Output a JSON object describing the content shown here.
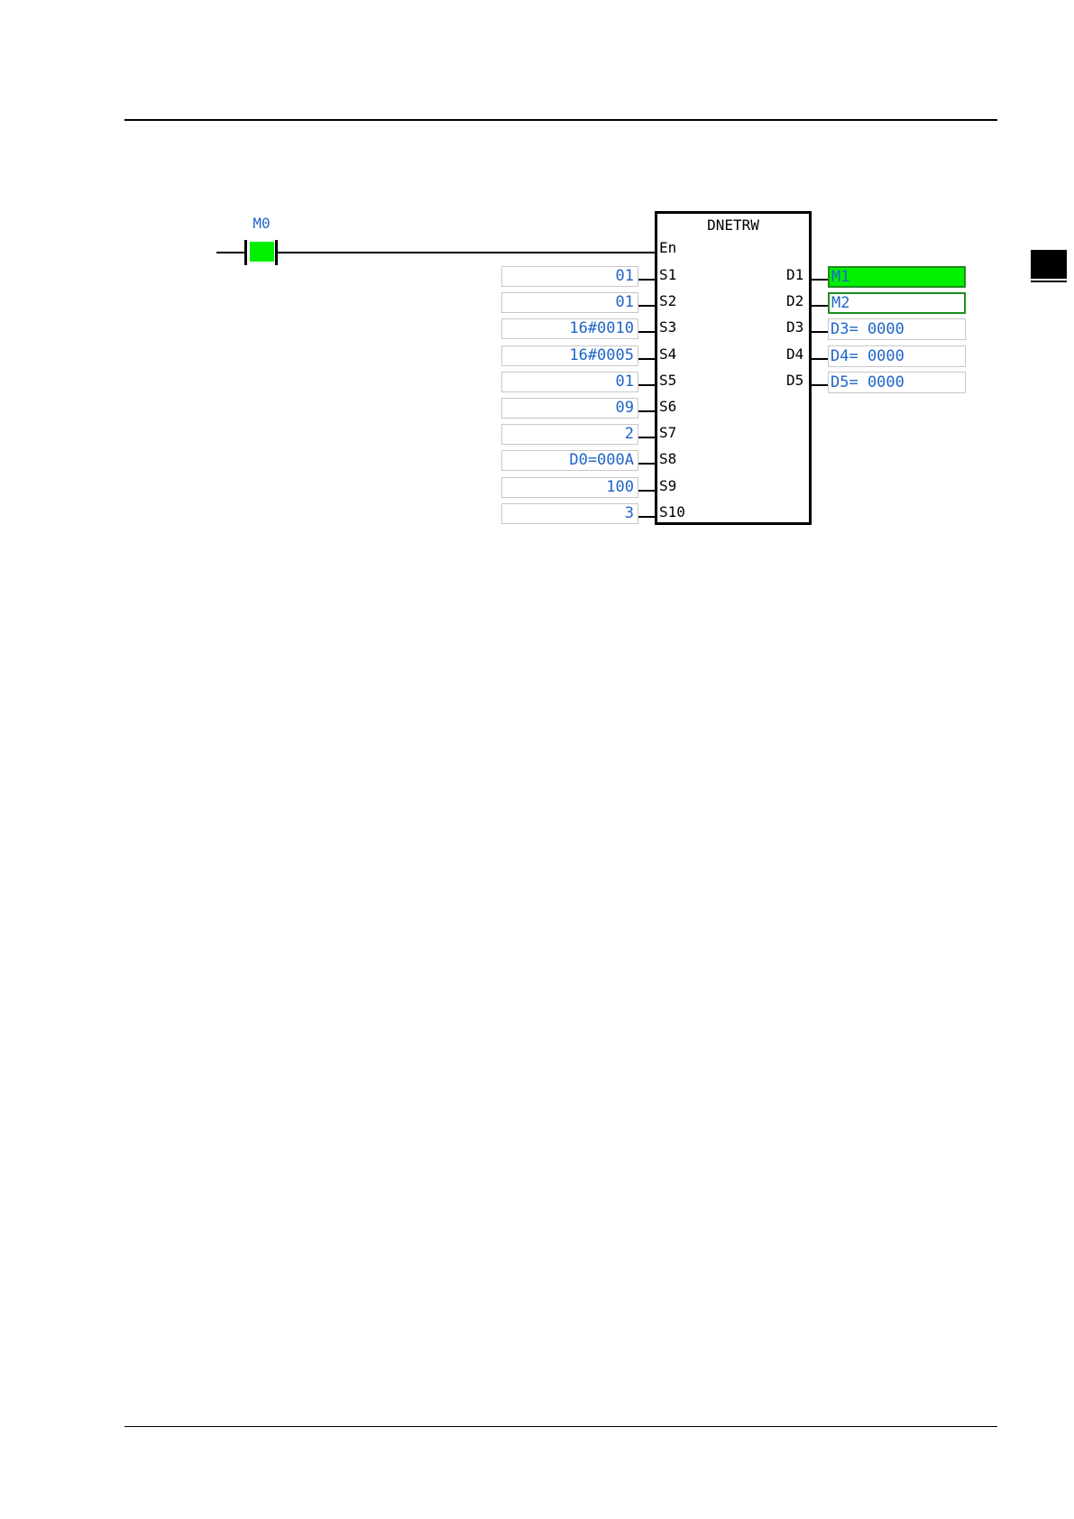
{
  "colors": {
    "operand_text": "#1f64c8",
    "energized": "#00f000",
    "energized_border": "#1e8c1e",
    "box_border": "#c8c8c8"
  },
  "ladder": {
    "contact": {
      "label": "M0",
      "state": "on"
    },
    "block": {
      "name": "DNETRW",
      "enable_pin": "En",
      "inputs": [
        {
          "pin": "S1",
          "value": "01"
        },
        {
          "pin": "S2",
          "value": "01"
        },
        {
          "pin": "S3",
          "value": "16#0010"
        },
        {
          "pin": "S4",
          "value": "16#0005"
        },
        {
          "pin": "S5",
          "value": "01"
        },
        {
          "pin": "S6",
          "value": "09"
        },
        {
          "pin": "S7",
          "value": "2"
        },
        {
          "pin": "S8",
          "value": "D0=000A"
        },
        {
          "pin": "S9",
          "value": "100"
        },
        {
          "pin": "S10",
          "value": "3"
        }
      ],
      "outputs": [
        {
          "pin": "D1",
          "value": "M1",
          "state": "on"
        },
        {
          "pin": "D2",
          "value": "M2",
          "state": "framed"
        },
        {
          "pin": "D3",
          "value": "D3= 0000",
          "state": "off"
        },
        {
          "pin": "D4",
          "value": "D4= 0000",
          "state": "off"
        },
        {
          "pin": "D5",
          "value": "D5= 0000",
          "state": "off"
        }
      ]
    }
  }
}
